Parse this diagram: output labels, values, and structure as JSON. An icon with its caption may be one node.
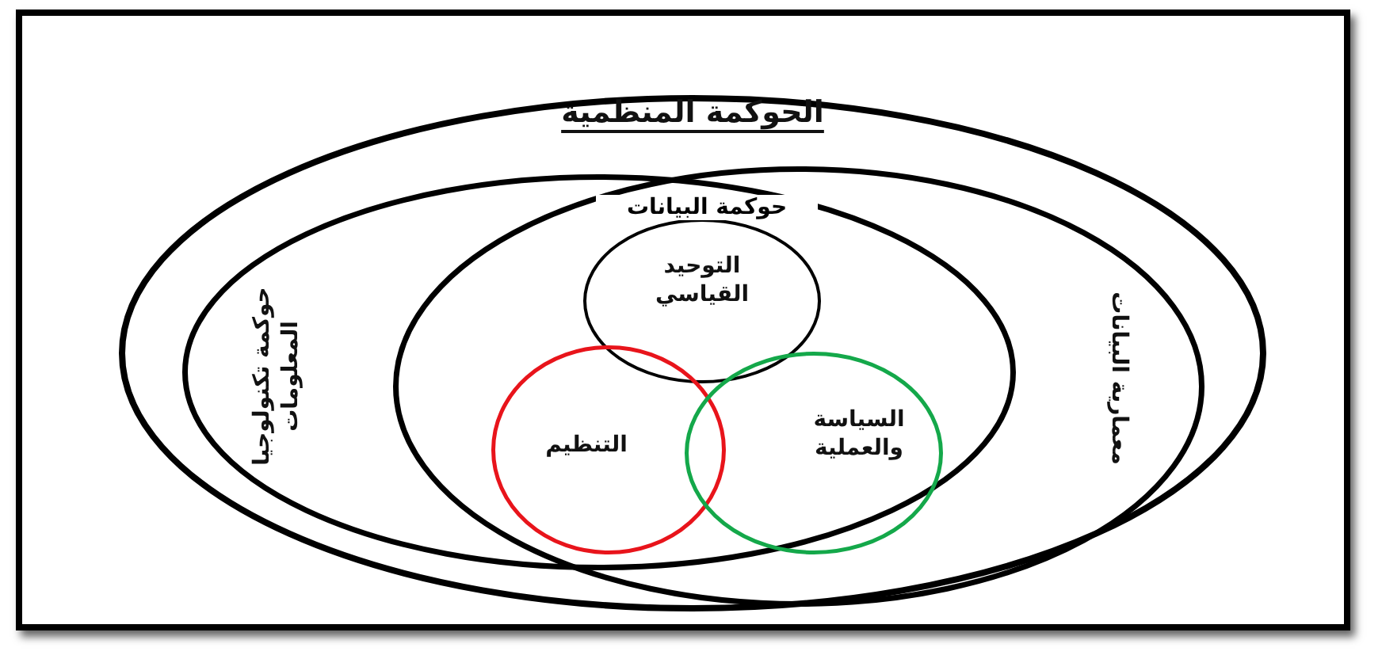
{
  "diagram": {
    "nodes": [
      {
        "text": [
          "الحوكمة المنظمية"
        ]
      },
      {
        "text": [
          "حوكمة تكنولوجيا المعلومات"
        ],
        "in": 0
      },
      {
        "text": [
          "معمارية البيانات"
        ],
        "in": 0
      },
      {
        "text": [
          "التوحيد القياسي"
        ]
      },
      {
        "text": [
          "التنظيم"
        ]
      },
      {
        "text": [
          "السياسة والعملية"
        ]
      }
    ],
    "edges": [],
    "labels": [
      "حوكمة البيانات"
    ]
  }
}
